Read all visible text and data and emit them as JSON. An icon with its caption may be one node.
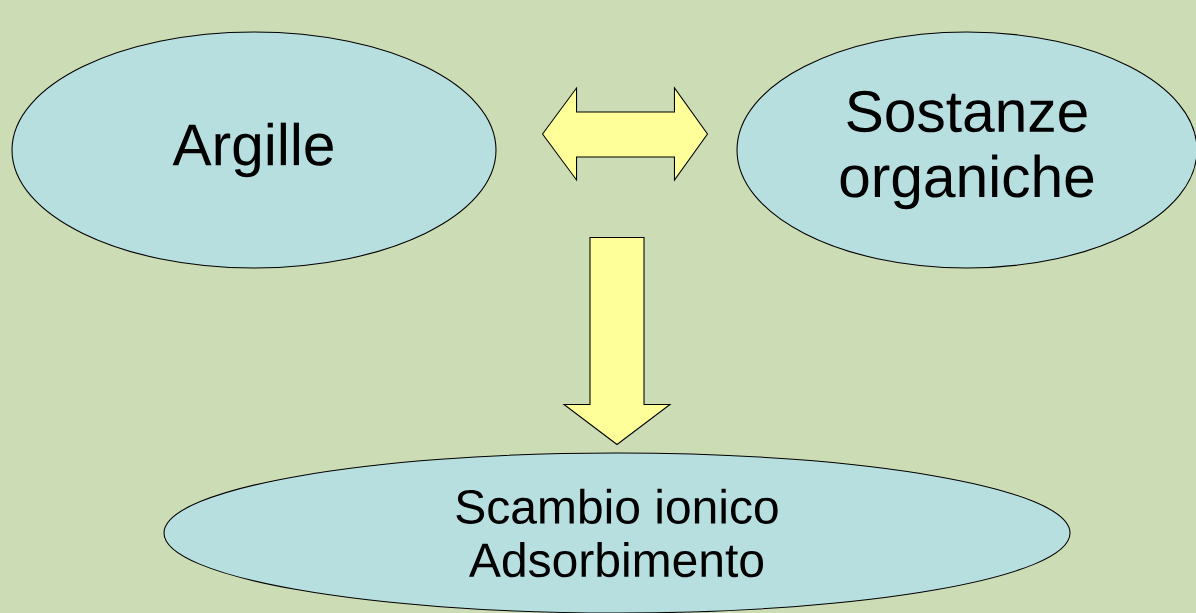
{
  "diagram": {
    "nodes": [
      {
        "text": [
          "Argille"
        ]
      },
      {
        "text": [
          "Sostanze organiche"
        ]
      },
      {
        "text": [
          "Scambio ionico",
          "Adsorbimento"
        ]
      }
    ],
    "edges": [
      {
        "from": 0,
        "to": 1,
        "arrow": "both"
      },
      {
        "from": null,
        "to": 2,
        "arrow": "to"
      }
    ]
  }
}
